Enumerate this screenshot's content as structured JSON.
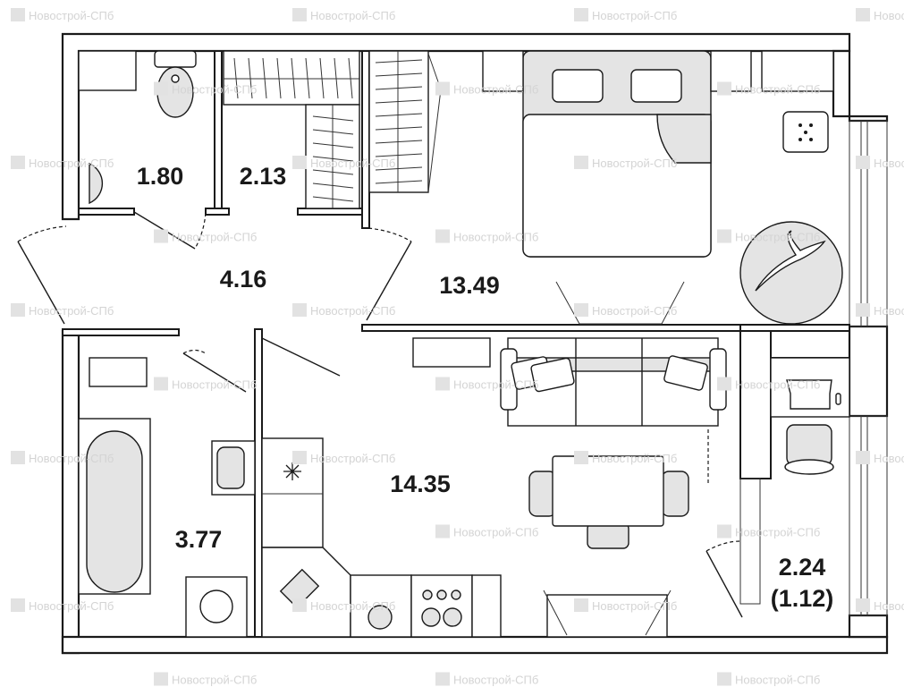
{
  "watermark": "Новострой-СПб",
  "rooms": {
    "bathroom_small": "1.80",
    "closet": "2.13",
    "hallway": "4.16",
    "bedroom": "13.49",
    "living_kitchen": "14.35",
    "bathroom_main": "3.77",
    "balcony": "2.24",
    "balcony_reduced": "(1.12)"
  },
  "colors": {
    "wall": "#1a1a1a",
    "fixture_fill": "#e4e4e4",
    "watermark": "#e6e6e6"
  }
}
